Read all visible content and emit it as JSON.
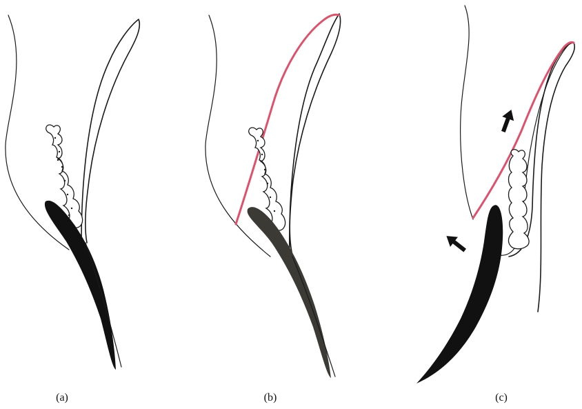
{
  "panels": [
    {
      "id": "a",
      "caption": "(a)",
      "has_incision": false
    },
    {
      "id": "b",
      "caption": "(b)",
      "has_incision": true
    },
    {
      "id": "c",
      "caption": "(c)",
      "has_incision": true
    }
  ],
  "colors": {
    "line": "#1a1a1a",
    "cartilage_black": "#111111",
    "cartilage_grey": "#3c3a35",
    "incision": "#e0506a"
  },
  "icons": {
    "direction_arrow": "arrow-icon"
  }
}
